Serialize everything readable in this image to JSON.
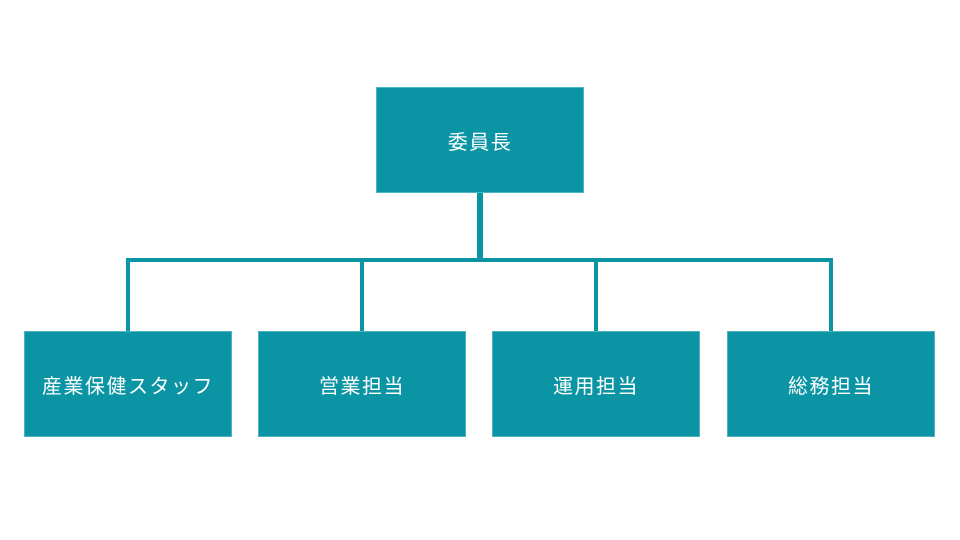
{
  "diagram": {
    "type": "org-chart",
    "colors": {
      "node_fill": "#0b95a4",
      "node_border": "#4ab4c0",
      "connector": "#0b95a4",
      "text": "#ffffff",
      "background": "#ffffff"
    },
    "root": {
      "label": "委員長"
    },
    "children": [
      {
        "label": "産業保健スタッフ"
      },
      {
        "label": "営業担当"
      },
      {
        "label": "運用担当"
      },
      {
        "label": "総務担当"
      }
    ]
  }
}
